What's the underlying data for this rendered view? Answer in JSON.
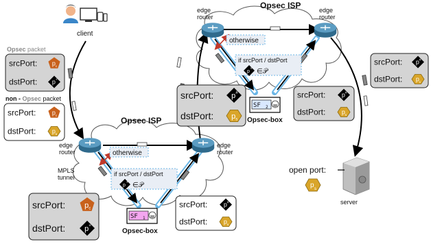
{
  "client": {
    "label": "client"
  },
  "server": {
    "label": "server",
    "open_port_label": "open port:",
    "port_symbol": "p",
    "port_sub": "s"
  },
  "packets": {
    "opsec": {
      "title_bold": "Opsec",
      "title_rest": " packet",
      "src_label": "srcPort:",
      "dst_label": "dstPort:",
      "src_symbol": "p",
      "src_sub": "c",
      "dst_symbol": "p",
      "dst_sub": "+"
    },
    "non_opsec": {
      "title_pre": "non - ",
      "title_bold": "Opsec",
      "title_rest": " packet",
      "src_label": "srcPort:",
      "dst_label": "dstPort:",
      "src_symbol": "p",
      "src_sub": "c",
      "dst_symbol": "p",
      "dst_sub": "s"
    },
    "bottom_left": {
      "src_label": "srcPort:",
      "dst_label": "dstPort:",
      "src_symbol": "p",
      "src_sub": "c",
      "dst_symbol": "p",
      "dst_sub": "+"
    },
    "bottom_right": {
      "src_label": "srcPort:",
      "dst_label": "dstPort:",
      "src_symbol": "p",
      "src_sub": "#",
      "dst_symbol": "p",
      "dst_sub": "s"
    },
    "top_mid": {
      "src_label": "srcPort:",
      "dst_label": "dstPort:",
      "src_symbol": "p",
      "src_sub": "#",
      "dst_symbol": "p",
      "dst_sub": "s"
    },
    "top_right": {
      "src_label": "srcPort:",
      "dst_label": "dstPort:",
      "src_symbol": "p",
      "src_sub": "#",
      "dst_symbol": "p",
      "dst_sub": "s"
    },
    "far_right": {
      "src_label": "srcPort:",
      "dst_label": "dstPort:",
      "src_symbol": "p",
      "src_sub": "#",
      "dst_symbol": "p",
      "dst_sub": "c"
    }
  },
  "isp_bottom": {
    "title": "Opsec ISP",
    "edge_left": "edge\nrouter",
    "edge_right": "edge\nrouter",
    "otherwise": "otherwise",
    "cond_line1": "if srcPort / dstPort",
    "cond_line2": "∈𝒫",
    "cond_symbol": "p",
    "cond_sub": "+",
    "box_label": "Opsec-box",
    "sf_label": "SF",
    "sf_sub": "1",
    "mpls_label": "MPLS\ntunnel"
  },
  "isp_top": {
    "title": "Opsec ISP",
    "edge_left": "edge\nrouter",
    "edge_right": "edge\nrouter",
    "otherwise": "otherwise",
    "cond_line1": "if srcPort / dstPort",
    "cond_line2": "∈𝒫",
    "cond_symbol": "p",
    "cond_sub": "#",
    "box_label": "Opsec-box",
    "sf_label": "SF",
    "sf_sub": "2"
  },
  "colors": {
    "orange": "#c8611c",
    "gold": "#d9a52a",
    "gray_box": "#d4d4d4",
    "blue_tunnel": "#6bb6e6",
    "red_arrow": "#c0392b",
    "router": "#4a86a8",
    "sf_fill": "#f4a6f0"
  }
}
